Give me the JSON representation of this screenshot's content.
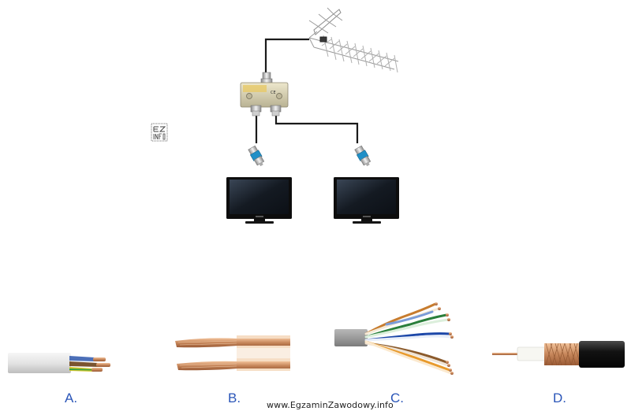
{
  "options": [
    {
      "label": "A."
    },
    {
      "label": "B."
    },
    {
      "label": "C."
    },
    {
      "label": "D."
    }
  ],
  "watermark": "www.EgzaminZawodowy.info",
  "colors": {
    "wire_line": "#1a1a1a",
    "label": "#2a55b8",
    "copper": "#c98a5a",
    "tv_screen": "#1b2330",
    "splitter": "#d8d2b4"
  }
}
